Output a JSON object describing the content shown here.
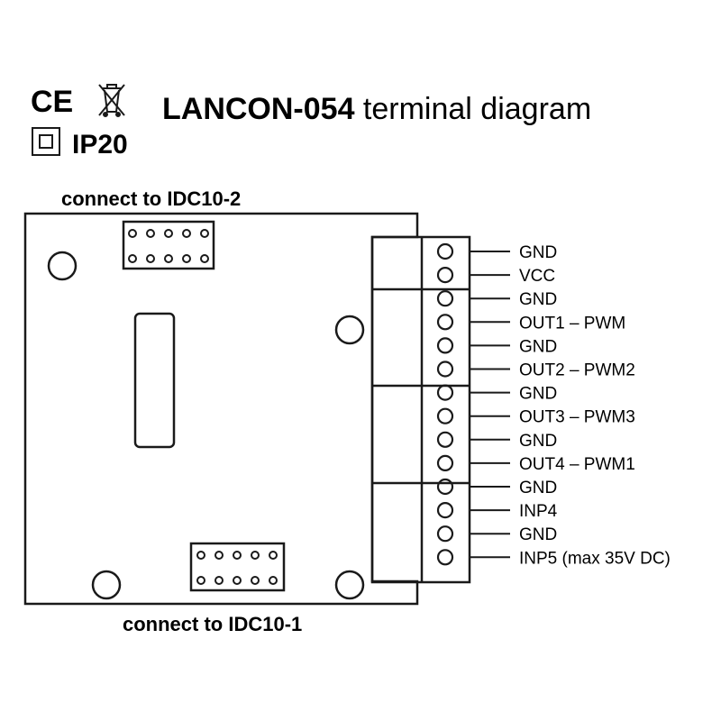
{
  "header": {
    "title_bold": "LANCON-054",
    "title_rest": " terminal diagram",
    "ce_mark": "CE",
    "ip_rating": "IP20",
    "icons": [
      "ce-mark-icon",
      "weee-crossed-bin-icon",
      "double-insulation-icon"
    ]
  },
  "board": {
    "top_connector_label": "connect to IDC10-2",
    "bottom_connector_label": "connect to IDC10-1"
  },
  "terminals": [
    {
      "label": "GND"
    },
    {
      "label": "VCC"
    },
    {
      "label": "GND"
    },
    {
      "label": "OUT1 – PWM"
    },
    {
      "label": "GND"
    },
    {
      "label": "OUT2 – PWM2"
    },
    {
      "label": "GND"
    },
    {
      "label": "OUT3 – PWM3"
    },
    {
      "label": "GND"
    },
    {
      "label": "OUT4 – PWM1"
    },
    {
      "label": "GND"
    },
    {
      "label": "INP4"
    },
    {
      "label": "GND"
    },
    {
      "label": "INP5 (max 35V DC)"
    }
  ],
  "colors": {
    "line": "#1a1a1a",
    "background": "#ffffff"
  }
}
